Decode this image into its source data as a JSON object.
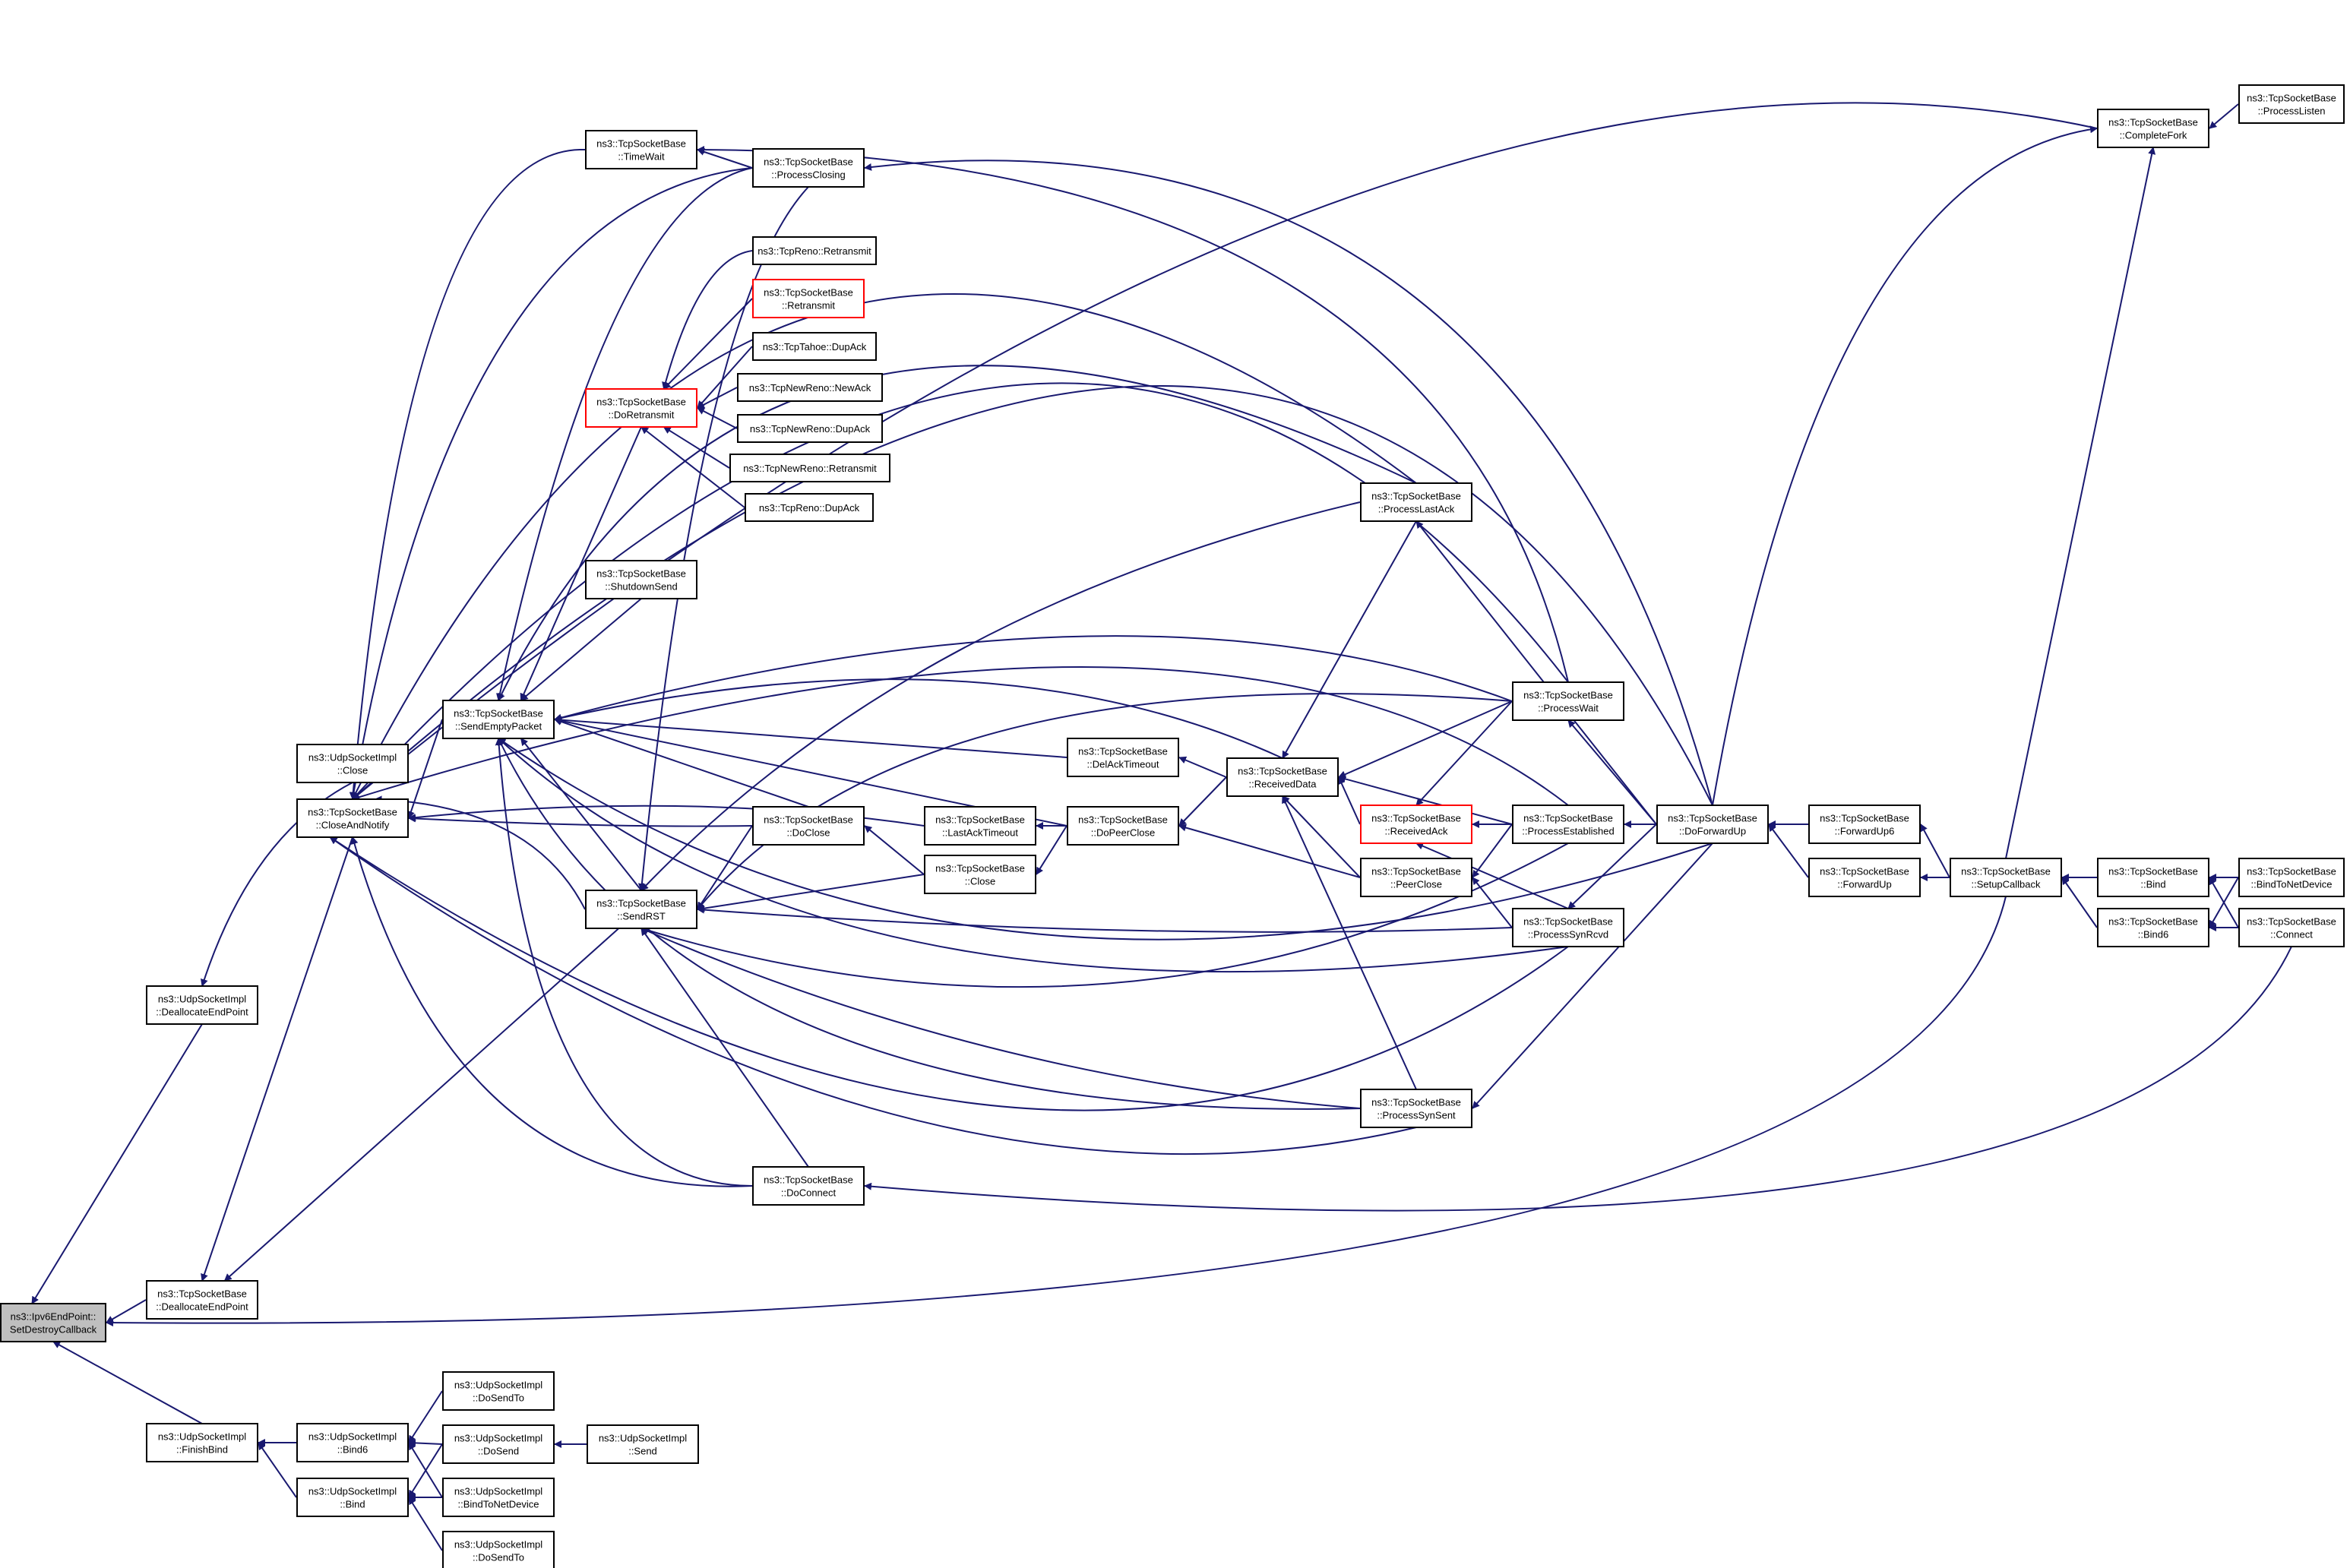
{
  "nodes": {
    "setdestroy": [
      "ns3::Ipv6EndPoint::",
      "SetDestroyCallback"
    ],
    "udp_dealloc": [
      "ns3::UdpSocketImpl",
      "::DeallocateEndPoint"
    ],
    "tcp_dealloc": [
      "ns3::TcpSocketBase",
      "::DeallocateEndPoint"
    ],
    "udp_finishbind": [
      "ns3::UdpSocketImpl",
      "::FinishBind"
    ],
    "udp_close": [
      "ns3::UdpSocketImpl",
      "::Close"
    ],
    "closeandnotify": [
      "ns3::TcpSocketBase",
      "::CloseAndNotify"
    ],
    "udp_bind6": [
      "ns3::UdpSocketImpl",
      "::Bind6"
    ],
    "udp_bind": [
      "ns3::UdpSocketImpl",
      "::Bind"
    ],
    "udp_dosendto1": [
      "ns3::UdpSocketImpl",
      "::DoSendTo"
    ],
    "udp_dosend": [
      "ns3::UdpSocketImpl",
      "::DoSend"
    ],
    "udp_bindtonet": [
      "ns3::UdpSocketImpl",
      "::BindToNetDevice"
    ],
    "udp_dosendto2": [
      "ns3::UdpSocketImpl",
      "::DoSendTo"
    ],
    "udp_send": [
      "ns3::UdpSocketImpl",
      "::Send"
    ],
    "timewait": [
      "ns3::TcpSocketBase",
      "::TimeWait"
    ],
    "sendempty": [
      "ns3::TcpSocketBase",
      "::SendEmptyPacket"
    ],
    "sendrst": [
      "ns3::TcpSocketBase",
      "::SendRST"
    ],
    "doretransmit": [
      "ns3::TcpSocketBase",
      "::DoRetransmit"
    ],
    "shutdownsend": [
      "ns3::TcpSocketBase",
      "::ShutdownSend"
    ],
    "processclosing": [
      "ns3::TcpSocketBase",
      "::ProcessClosing"
    ],
    "renoretransmit": [
      "ns3::TcpReno::Retransmit"
    ],
    "tcpretransmit": [
      "ns3::TcpSocketBase",
      "::Retransmit"
    ],
    "tahoedupack": [
      "ns3::TcpTahoe::DupAck"
    ],
    "newrenonewack": [
      "ns3::TcpNewReno::NewAck"
    ],
    "newrenodupack": [
      "ns3::TcpNewReno::DupAck"
    ],
    "newrenoretransmit": [
      "ns3::TcpNewReno::Retransmit"
    ],
    "renodupack": [
      "ns3::TcpReno::DupAck"
    ],
    "doclose": [
      "ns3::TcpSocketBase",
      "::DoClose"
    ],
    "doconnect": [
      "ns3::TcpSocketBase",
      "::DoConnect"
    ],
    "delacktimeout": [
      "ns3::TcpSocketBase",
      "::DelAckTimeout"
    ],
    "lastacktimeout": [
      "ns3::TcpSocketBase",
      "::LastAckTimeout"
    ],
    "tcpclose": [
      "ns3::TcpSocketBase",
      "::Close"
    ],
    "dopeerclose": [
      "ns3::TcpSocketBase",
      "::DoPeerClose"
    ],
    "receiveddata": [
      "ns3::TcpSocketBase",
      "::ReceivedData"
    ],
    "processlastack": [
      "ns3::TcpSocketBase",
      "::ProcessLastAck"
    ],
    "processwait": [
      "ns3::TcpSocketBase",
      "::ProcessWait"
    ],
    "receivedack": [
      "ns3::TcpSocketBase",
      "::ReceivedAck"
    ],
    "peerclose": [
      "ns3::TcpSocketBase",
      "::PeerClose"
    ],
    "processestablished": [
      "ns3::TcpSocketBase",
      "::ProcessEstablished"
    ],
    "processsynrcvd": [
      "ns3::TcpSocketBase",
      "::ProcessSynRcvd"
    ],
    "processsynsent": [
      "ns3::TcpSocketBase",
      "::ProcessSynSent"
    ],
    "doforwardup": [
      "ns3::TcpSocketBase",
      "::DoForwardUp"
    ],
    "forwardup6": [
      "ns3::TcpSocketBase",
      "::ForwardUp6"
    ],
    "forwardup": [
      "ns3::TcpSocketBase",
      "::ForwardUp"
    ],
    "setupcallback": [
      "ns3::TcpSocketBase",
      "::SetupCallback"
    ],
    "tcpbind": [
      "ns3::TcpSocketBase",
      "::Bind"
    ],
    "tcpbind6": [
      "ns3::TcpSocketBase",
      "::Bind6"
    ],
    "tcpbindtonet": [
      "ns3::TcpSocketBase",
      "::BindToNetDevice"
    ],
    "tcpconnect": [
      "ns3::TcpSocketBase",
      "::Connect"
    ],
    "completefork": [
      "ns3::TcpSocketBase",
      "::CompleteFork"
    ],
    "processlisten": [
      "ns3::TcpSocketBase",
      "::ProcessListen"
    ]
  },
  "colors": {
    "edge": "#191970",
    "border": "#000000",
    "highlight_border": "#ff0000",
    "root_fill": "#bfbfbf"
  }
}
